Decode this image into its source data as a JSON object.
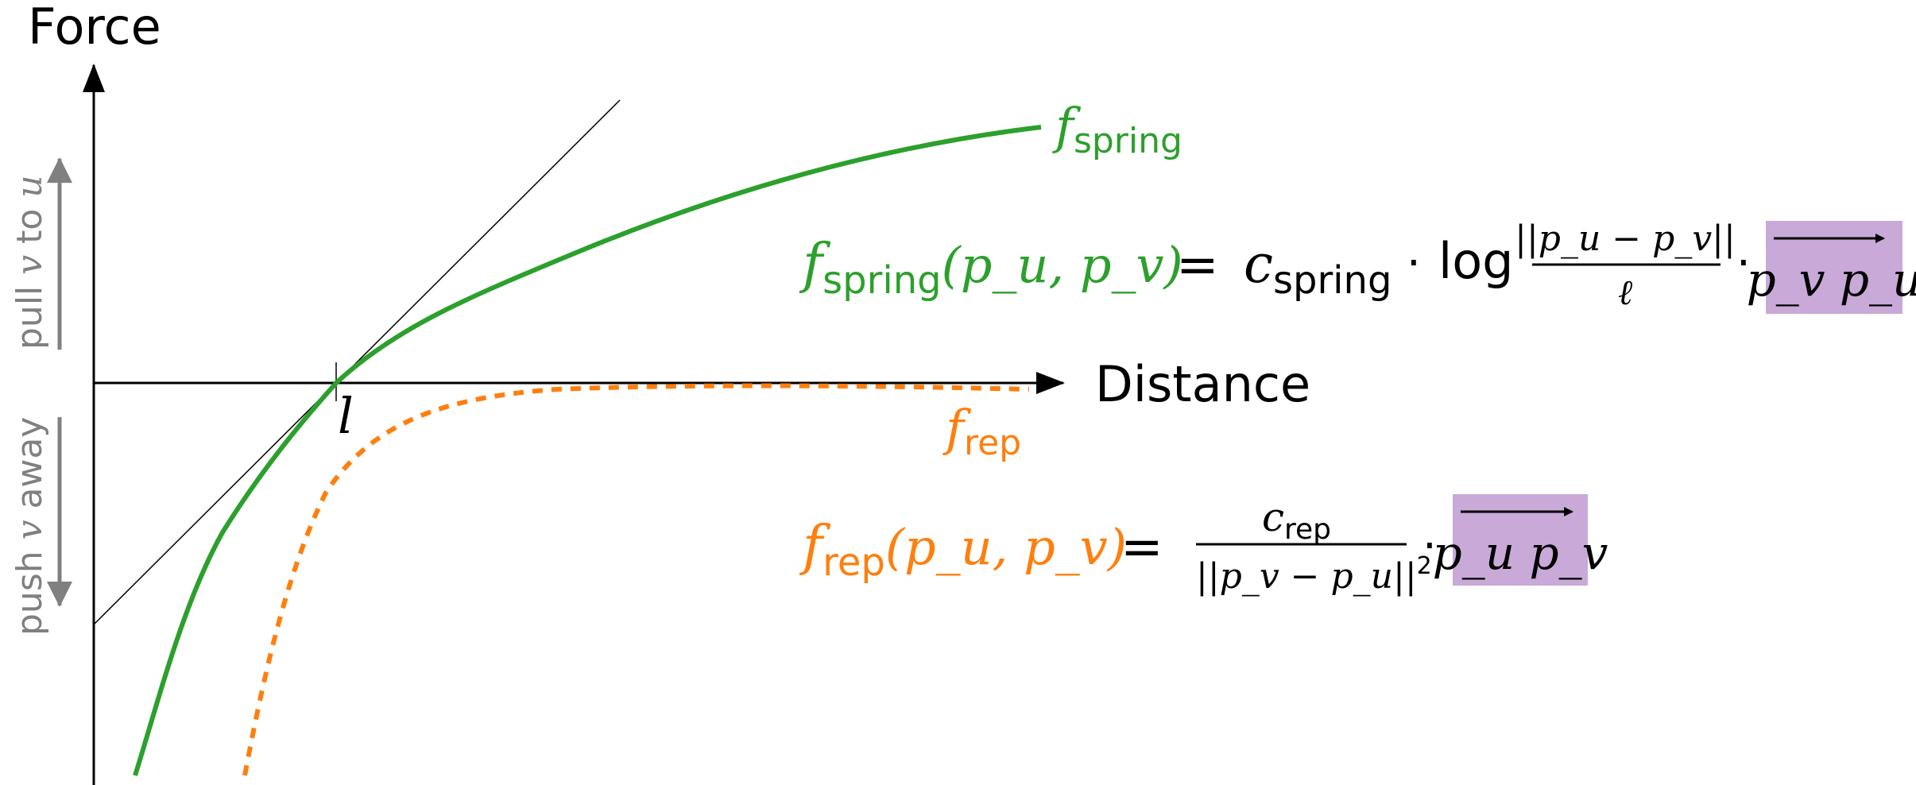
{
  "axes": {
    "y_label": "Force",
    "x_label": "Distance",
    "origin_tick_label": "l"
  },
  "side_labels": {
    "pull": {
      "prefix": "pull ",
      "var1": "v",
      "mid": " to ",
      "var2": "u"
    },
    "push": {
      "prefix": "push ",
      "var1": "v",
      "mid": " away"
    }
  },
  "curves": {
    "spring": {
      "f": "f",
      "sub": "spring",
      "color": "#2ca02c"
    },
    "rep": {
      "f": "f",
      "sub": "rep",
      "color": "#ff7f0e"
    }
  },
  "formula_spring": {
    "f": "f",
    "sub": "spring",
    "args": "(p_u, p_v)",
    "eq": "=",
    "c": "c",
    "c_sub": "spring",
    "dot": "·",
    "log": "log",
    "frac_num": "||p_u − p_v||",
    "frac_den": "ℓ",
    "vector": "p_v p_u",
    "highlight_color": "#c8a9d8"
  },
  "formula_rep": {
    "f": "f",
    "sub": "rep",
    "args": "(p_u, p_v)",
    "eq": "=",
    "c": "c",
    "c_sub": "rep",
    "frac_den": "||p_v − p_u||",
    "sup": "2",
    "dot": "·",
    "vector": "p_u p_v",
    "highlight_color": "#c8a9d8"
  }
}
